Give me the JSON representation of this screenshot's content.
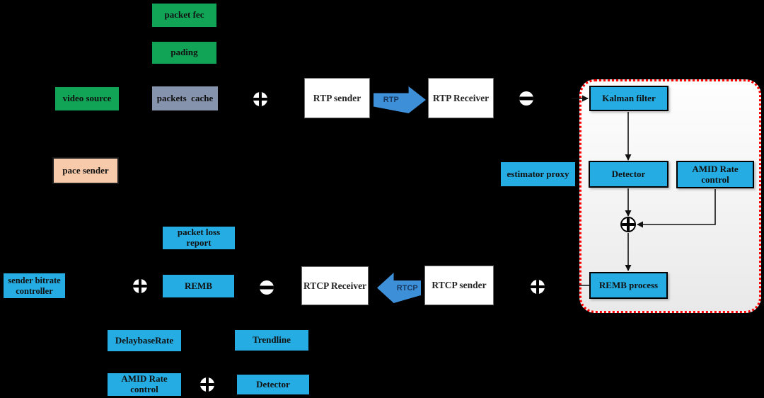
{
  "colors": {
    "background": "#000000",
    "green": "#12A456",
    "gray": "#8593AC",
    "pink": "#F7CAAC",
    "blue": "#25ACE3",
    "arrow_blue": "#3D8FD8",
    "arrow_label": "#17375E",
    "panel_border": "#FF0000"
  },
  "icons": {
    "plus_circle": "⊕",
    "minus_circle": "⊖"
  },
  "nodes": {
    "packet_fec": "packet fec",
    "pading": "pading",
    "video_source": "video source",
    "packets_cache": "packets  cache",
    "rtp_sender": "RTP sender",
    "rtp_receiver": "RTP Receiver",
    "pace_sender": "pace sender",
    "estimator_proxy": "estimator proxy",
    "kalman_filter": "Kalman filter",
    "detector_estimator": "Detector",
    "amid_rate_control_estimator": "AMID Rate\ncontrol",
    "remb_process": "REMB process",
    "packet_loss_report": "packet loss\nreport",
    "sender_bitrate_controller": "sender bitrate\ncontroller",
    "remb": "REMB",
    "rtcp_receiver": "RTCP Receiver",
    "rtcp_sender": "RTCP sender",
    "delaybase_rate": "DelaybaseRate",
    "trendline": "Trendline",
    "amid_rate_control_sender": "AMID Rate\ncontrol",
    "detector_sender": "Detector"
  },
  "arrows": {
    "rtp_label": "RTP",
    "rtcp_label": "RTCP"
  }
}
